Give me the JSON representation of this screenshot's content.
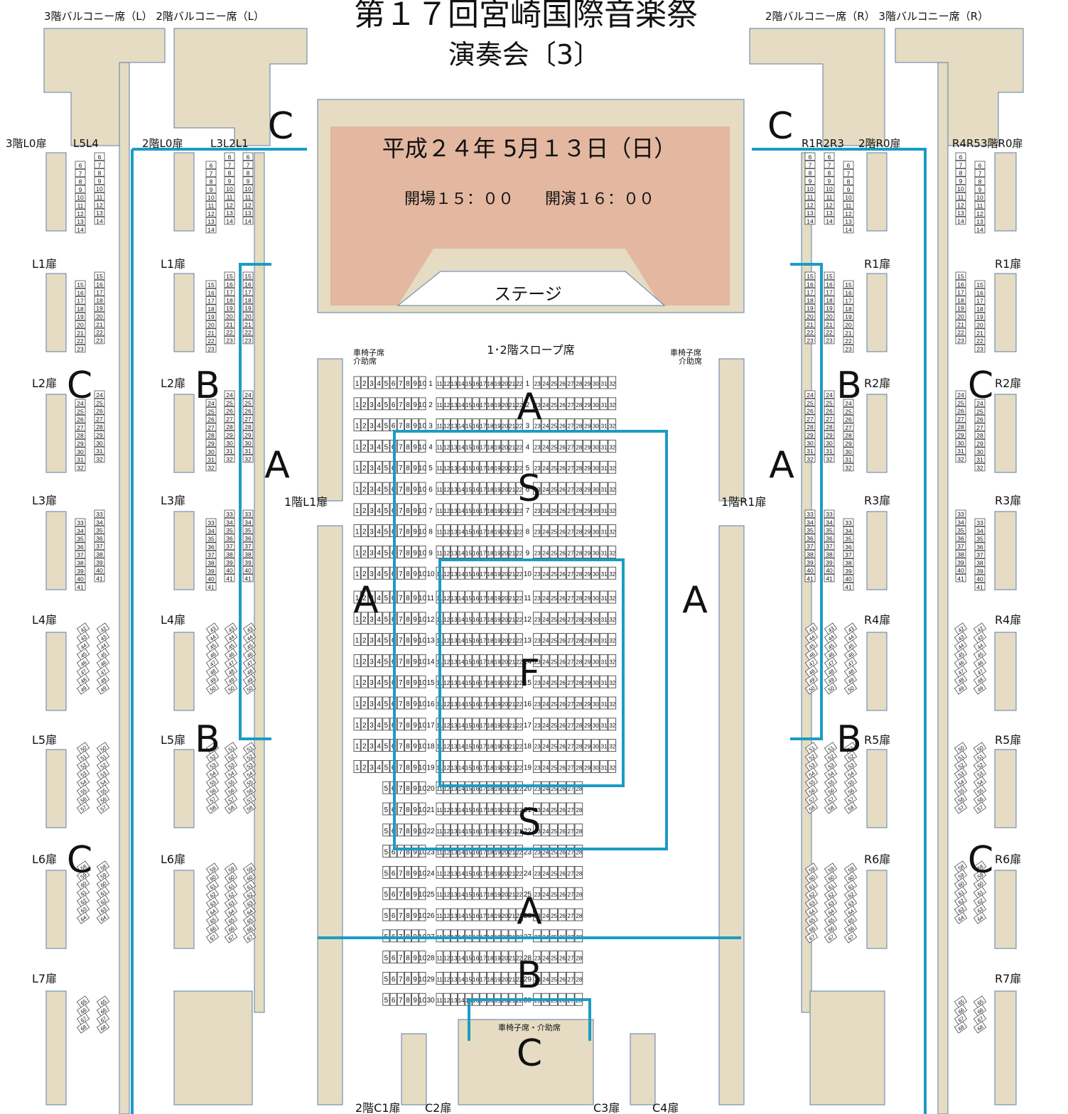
{
  "title": {
    "line1": "第１７回宮崎国際音楽祭",
    "line2": "演奏会〔3〕"
  },
  "stage": {
    "date": "平成２４年 5月１３日（日）",
    "times": "開場１５：００　　開演１６：００",
    "label": "ステージ"
  },
  "colors": {
    "wall": "#e5dcc3",
    "stage": "#e3b7a0",
    "zone_line": "#1b9cc4",
    "seat_border": "#333333"
  },
  "balcony_labels": {
    "top_left": "3階バルコニー席（L）  2階バルコニー席（L）",
    "top_right": "2階バルコニー席（R）  3階バルコニー席（R）"
  },
  "slope_label": "1･2階スロープ席",
  "wheelchair_small": "車椅子席\n介助席",
  "wheelchair_small_l1": "車椅子席",
  "wheelchair_small_l2": "介助席",
  "wheelchair_bottom": "車椅子席・介助席",
  "door_labels": {
    "left_outer": [
      "3階L0扉",
      "L1扉",
      "L2扉",
      "L3扉",
      "L4扉",
      "L5扉",
      "L6扉",
      "L7扉"
    ],
    "left_inner": [
      "2階L0扉",
      "L1扉",
      "L2扉",
      "L3扉",
      "L4扉",
      "L5扉",
      "L6扉"
    ],
    "right_inner": [
      "2階R0扉",
      "R1扉",
      "R2扉",
      "R3扉",
      "R4扉",
      "R5扉",
      "R6扉"
    ],
    "right_outer": [
      "3階R0扉",
      "R1扉",
      "R2扉",
      "R3扉",
      "R4扉",
      "R5扉",
      "R6扉",
      "R7扉"
    ],
    "floor1_left": "1階L1扉",
    "floor1_right": "1階R1扉",
    "bottom": [
      "2階C1扉",
      "C2扉",
      "C3扉",
      "C4扉"
    ]
  },
  "column_headers": {
    "left_outer": "L5L4",
    "left_inner": "L3L2L1",
    "right_inner": "R1R2R3",
    "right_outer": "R4R5"
  },
  "zones": [
    "S",
    "F",
    "A",
    "B",
    "C"
  ],
  "zone_marks": {
    "S": "S",
    "F": "F",
    "A": "A",
    "B": "B",
    "C": "C"
  }
}
